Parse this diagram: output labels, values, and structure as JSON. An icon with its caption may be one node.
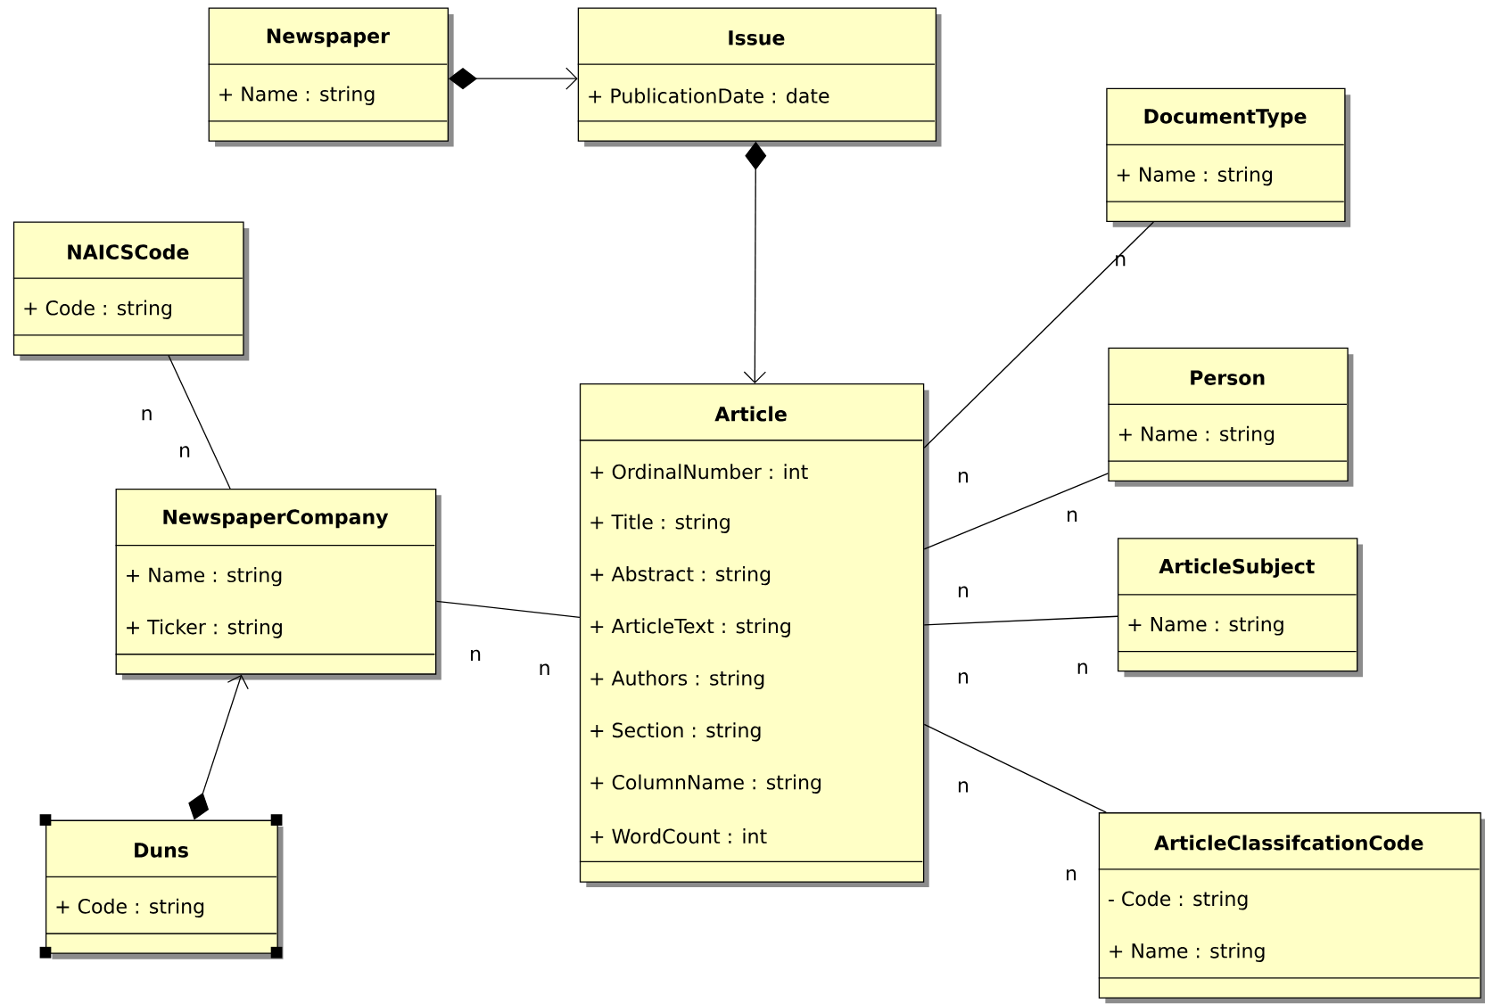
{
  "diagram": {
    "nodes": [
      {
        "text": [
          "Newspaper",
          "+ Name : string"
        ]
      },
      {
        "text": [
          "Issue",
          "+ PublicationDate : date"
        ]
      },
      {
        "text": [
          "DocumentType",
          "+ Name : string"
        ]
      },
      {
        "text": [
          "NAICSCode",
          "+ Code : string"
        ]
      },
      {
        "text": [
          "Article",
          "+ OrdinalNumber : int",
          "+ Title : string",
          "+ Abstract : string",
          "+ ArticleText : string",
          "+ Authors : string",
          "+ Section : string",
          "+ ColumnName : string",
          "+ WordCount : int"
        ]
      },
      {
        "text": [
          "Person",
          "+ Name : string"
        ]
      },
      {
        "text": [
          "NewspaperCompany",
          "+ Name : string",
          "+ Ticker : string"
        ]
      },
      {
        "text": [
          "ArticleSubject",
          "+ Name : string"
        ]
      },
      {
        "text": [
          "Duns",
          "+ Code : string"
        ]
      },
      {
        "text": [
          "ArticleClassifcationCode",
          "- Code : string",
          "+ Name : string"
        ]
      }
    ],
    "edges": [
      {
        "from": 0,
        "to": 1,
        "arrow": "to"
      },
      {
        "from": 1,
        "to": 4,
        "arrow": "to"
      },
      {
        "from": 3,
        "to": 6,
        "arrow": "none"
      },
      {
        "from": 6,
        "to": 4,
        "arrow": "none"
      },
      {
        "from": 4,
        "to": 2,
        "arrow": "none"
      },
      {
        "from": 4,
        "to": 5,
        "arrow": "none"
      },
      {
        "from": 4,
        "to": 7,
        "arrow": "none"
      },
      {
        "from": 8,
        "to": 6,
        "arrow": "to"
      },
      {
        "from": 4,
        "to": 9,
        "arrow": "none"
      }
    ],
    "labels": [
      "n",
      "n",
      "n",
      "n",
      "n",
      "n",
      "n",
      "n",
      "n",
      "n",
      "n",
      "n"
    ]
  }
}
